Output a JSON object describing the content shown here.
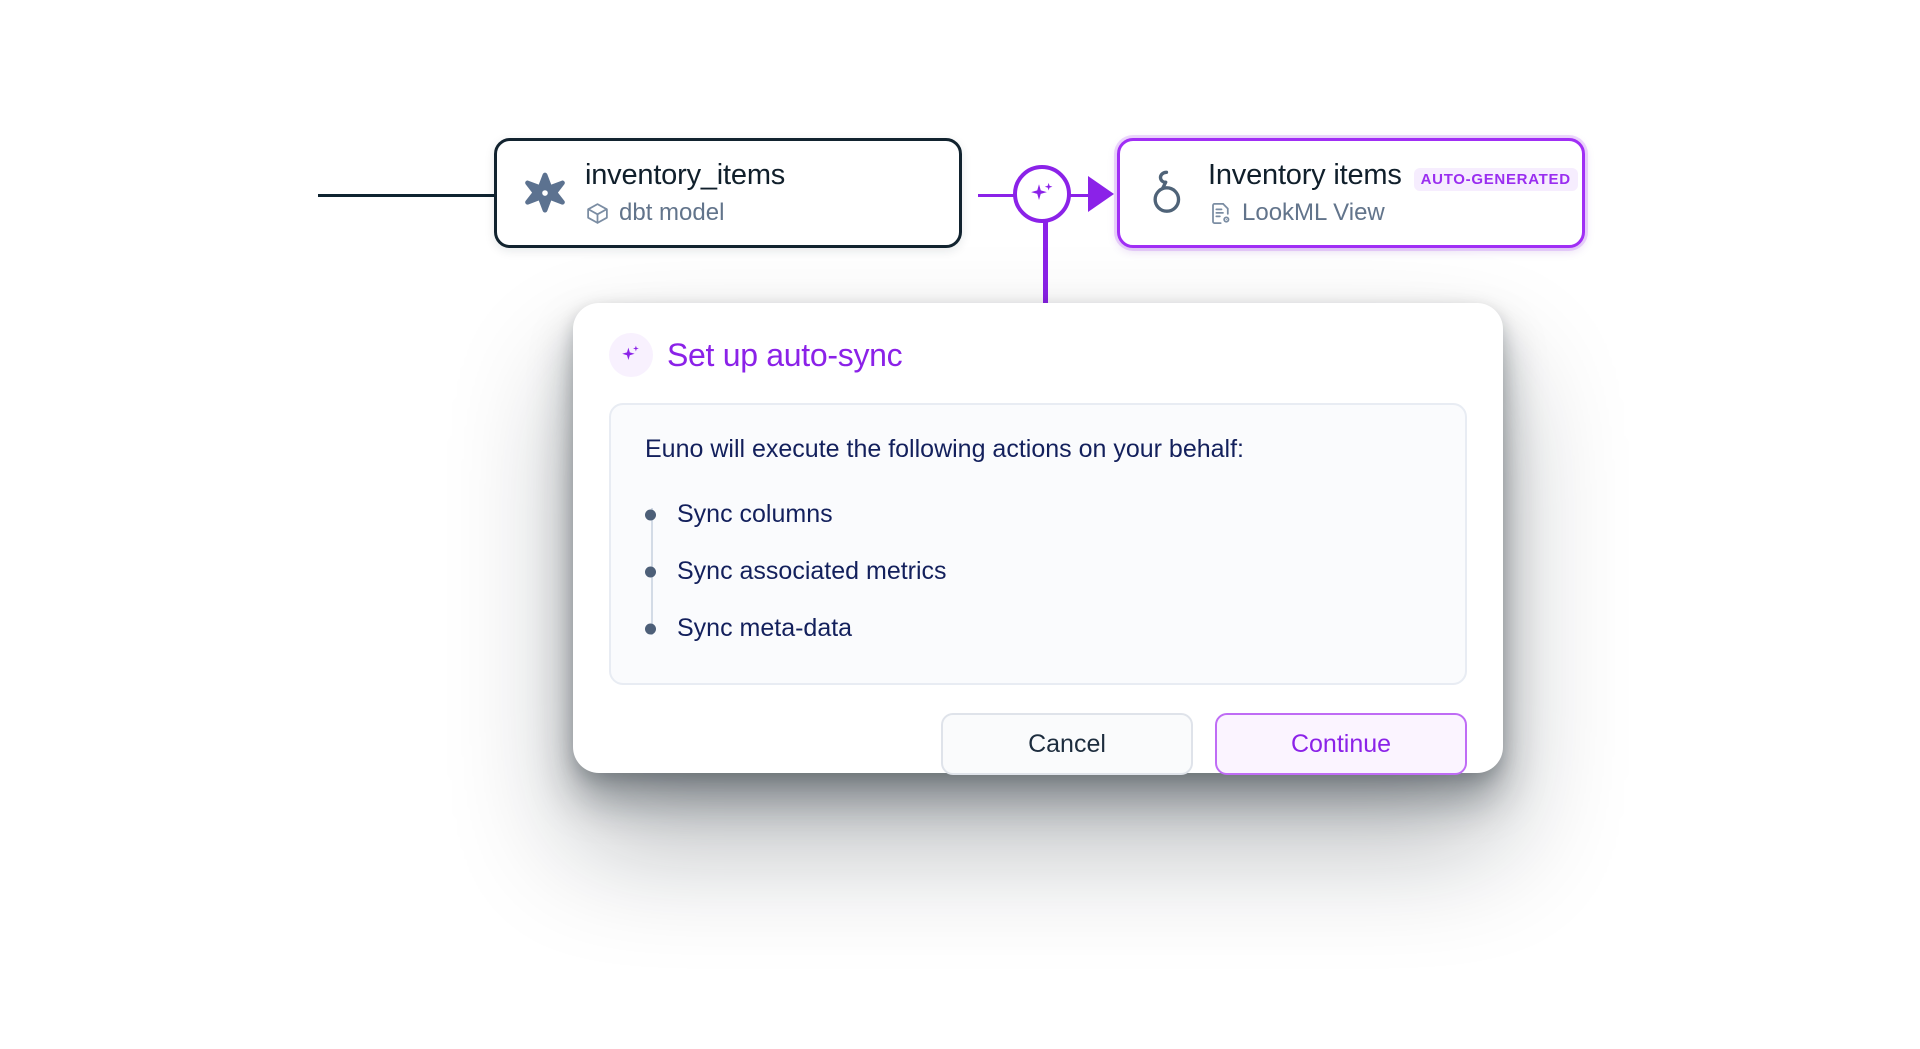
{
  "lineage": {
    "nodes": [
      {
        "id": "dbt-node",
        "icon": "dbt-logo-icon",
        "title": "inventory_items",
        "subtitle_icon": "cube-icon",
        "subtitle": "dbt model",
        "badge": null,
        "border_color": "#12232f"
      },
      {
        "id": "lookml-node",
        "icon": "looker-logo-icon",
        "title": "Inventory items",
        "subtitle_icon": "document-eye-icon",
        "subtitle": "LookML View",
        "badge": "AUTO-GENERATED",
        "border_color": "#a02ef5"
      }
    ],
    "edge_badge_icon": "sparkle-icon",
    "edge_color": "#8b22e8"
  },
  "modal": {
    "header_icon": "sparkle-icon",
    "title": "Set up auto-sync",
    "title_color": "#8b22e8",
    "panel": {
      "intro": "Euno will execute the following actions on your behalf:",
      "actions": [
        "Sync columns",
        "Sync associated metrics",
        "Sync meta-data"
      ]
    },
    "buttons": {
      "cancel": "Cancel",
      "continue": "Continue"
    }
  }
}
